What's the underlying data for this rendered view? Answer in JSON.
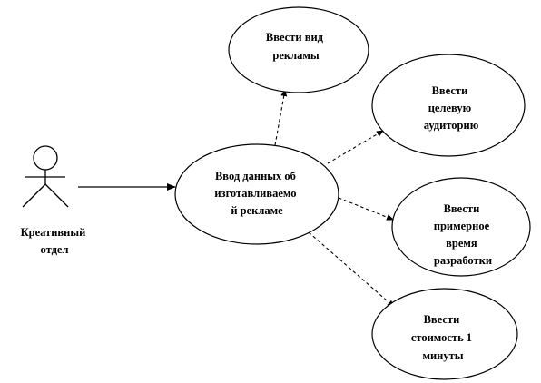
{
  "actor": {
    "name_lines": [
      "Креативный",
      "отдел"
    ]
  },
  "use_cases": {
    "main": {
      "lines": [
        "Ввод данных об",
        "изготавливаемо",
        "й рекламе"
      ]
    },
    "ad_type": {
      "lines": [
        "Ввести вид",
        "рекламы"
      ]
    },
    "target_audience": {
      "lines": [
        "Ввести",
        "целевую",
        "аудиторию"
      ]
    },
    "dev_time": {
      "lines": [
        "Ввести",
        "примерное",
        "время",
        "разработки"
      ]
    },
    "minute_cost": {
      "lines": [
        "Ввести",
        "стоимость 1",
        "минуты"
      ]
    }
  }
}
